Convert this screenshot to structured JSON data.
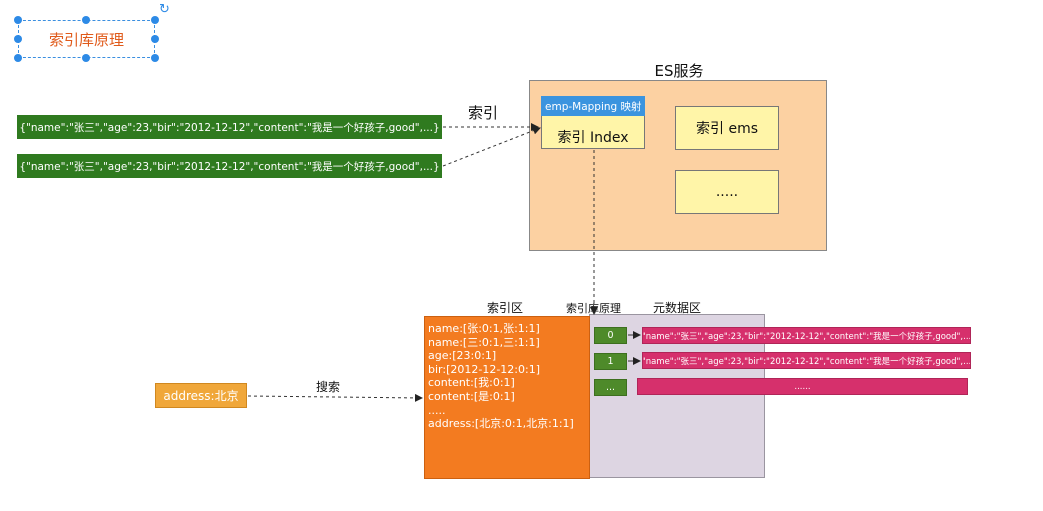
{
  "title": "索引库原理",
  "docs": [
    "{\"name\":\"张三\",\"age\":23,\"bir\":\"2012-12-12\",\"content\":\"我是一个好孩子,good\",...}",
    "{\"name\":\"张三\",\"age\":23,\"bir\":\"2012-12-12\",\"content\":\"我是一个好孩子,good\",...}"
  ],
  "index_arrow_label": "索引",
  "es": {
    "title": "ES服务",
    "mapping_label": "emp-Mapping 映射",
    "index_box": "索引 Index",
    "ems_box": "索引 ems",
    "more_box": "....."
  },
  "sections": {
    "index_area": "索引区",
    "principle": "索引库原理",
    "meta_area": "元数据区"
  },
  "index_lines": [
    "name:[张:0:1,张:1:1]",
    "name:[三:0:1,三:1:1]",
    "age:[23:0:1]",
    "bir:[2012-12-12:0:1]",
    "content:[我:0:1]",
    "content:[是:0:1]",
    ".....",
    "address:[北京:0:1,北京:1:1]"
  ],
  "meta_rows": [
    {
      "id": "0",
      "doc": "{\"name\":\"张三\",\"age\":23,\"bir\":\"2012-12-12\",\"content\":\"我是一个好孩子,good\",...}"
    },
    {
      "id": "1",
      "doc": "{\"name\":\"张三\",\"age\":23,\"bir\":\"2012-12-12\",\"content\":\"我是一个好孩子,good\",...}"
    },
    {
      "id": "...",
      "doc": "......"
    }
  ],
  "search_input": "address:北京",
  "search_label": "搜索",
  "colors": {
    "title_text": "#e05a1a",
    "selection": "#2d8ae6",
    "doc_green": "#2f7a1f",
    "es_box": "#fcd1a2",
    "mapping_blue": "#3b94df",
    "index_yellow": "#fff5a8",
    "index_orange": "#f37b20",
    "meta_purple": "#ddd5e2",
    "id_green": "#4e8a2a",
    "doc_pink": "#d6306c",
    "search_orange": "#f0a73a"
  }
}
